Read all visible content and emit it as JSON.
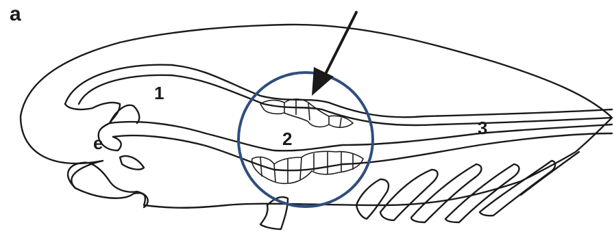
{
  "figure": {
    "panel_label": "a",
    "labels": {
      "region_1": "1",
      "region_2": "2",
      "region_3": "3",
      "region_e": "e"
    },
    "colors": {
      "line": "#1a1a1a",
      "highlight_circle": "#2f4e7e",
      "background": "#ffffff"
    }
  }
}
